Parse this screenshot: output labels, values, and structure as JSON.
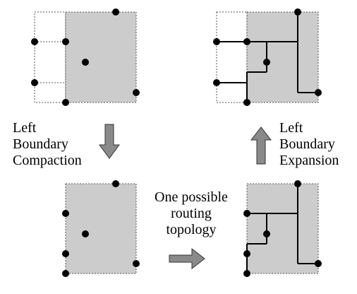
{
  "colors": {
    "shaded_region": "#cccccc",
    "outline": "#555555",
    "wire": "#000000",
    "pin": "#000000",
    "arrow_fill": "#8a8a8a",
    "arrow_stroke": "#333333"
  },
  "labels": {
    "compaction": [
      "Left",
      "Boundary",
      "Compaction"
    ],
    "expansion": [
      "Left",
      "Boundary",
      "Expansion"
    ],
    "routing": [
      "One possible",
      "routing",
      "topology"
    ]
  },
  "icons": {
    "compaction_arrow": "arrow-down-icon",
    "expansion_arrow": "arrow-up-icon",
    "routing_arrow": "arrow-right-icon"
  }
}
